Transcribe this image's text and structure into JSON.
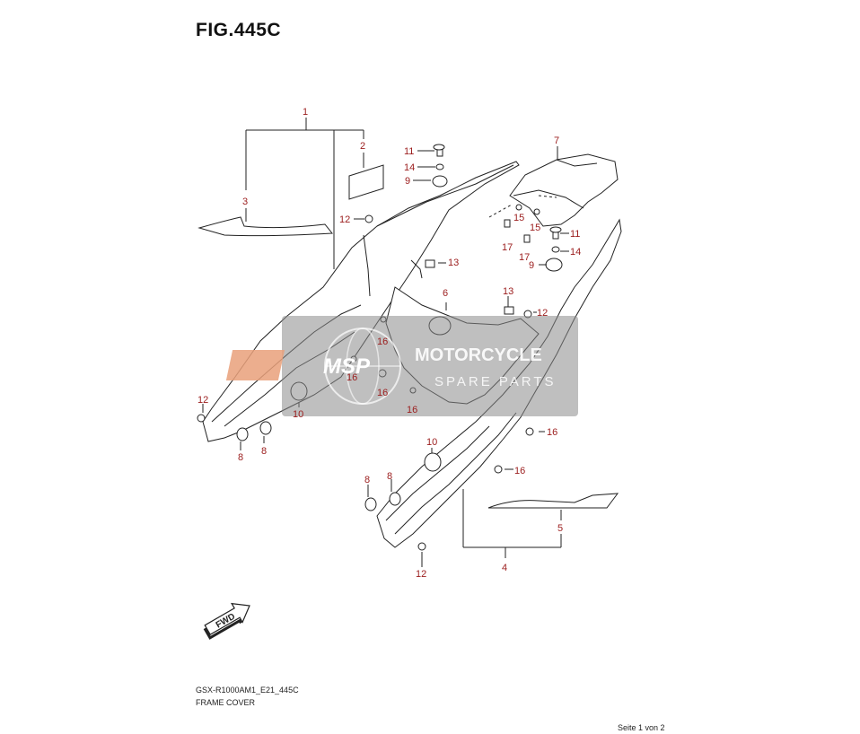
{
  "figure": {
    "title": "FIG.445C",
    "model_code": "GSX-R1000AM1_E21_445C",
    "name": "FRAME COVER",
    "page_indicator": "Seite 1 von 2"
  },
  "watermark": {
    "logo_text": "MSP",
    "line1": "MOTORCYCLE",
    "line2": "SPARE PARTS"
  },
  "fwd_arrow_text": "FWD",
  "callouts": {
    "c1": "1",
    "c2": "2",
    "c3": "3",
    "c4": "4",
    "c5": "5",
    "c6": "6",
    "c7": "7",
    "c8a": "8",
    "c8b": "8",
    "c8c": "8",
    "c8d": "8",
    "c9a": "9",
    "c9b": "9",
    "c10a": "10",
    "c10b": "10",
    "c11a": "11",
    "c11b": "11",
    "c12a": "12",
    "c12b": "12",
    "c12c": "12",
    "c12d": "12",
    "c13a": "13",
    "c13b": "13",
    "c14a": "14",
    "c14b": "14",
    "c15a": "15",
    "c15b": "15",
    "c16a": "16",
    "c16b": "16",
    "c16c": "16",
    "c16d": "16",
    "c16e": "16",
    "c16f": "16",
    "c17a": "17",
    "c17b": "17"
  },
  "colors": {
    "callout": "#9b1c1c",
    "line": "#222222",
    "watermark_bg": "#8a8a8a",
    "watermark_logo": "#e9a07a"
  }
}
